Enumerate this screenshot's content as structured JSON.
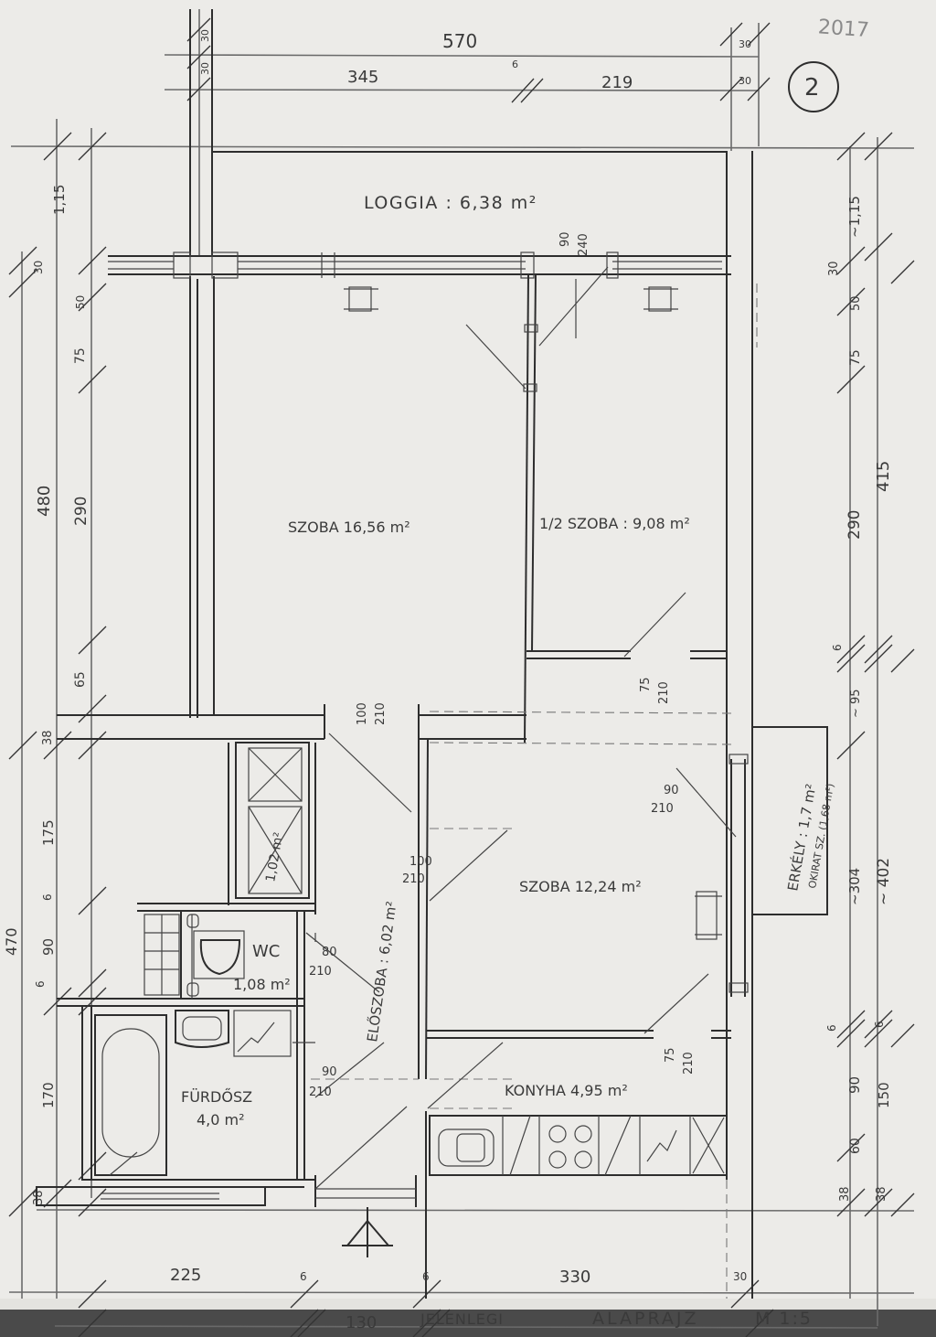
{
  "header": {
    "year": "2017",
    "sheet_number": "2"
  },
  "footer": {
    "title_left": "JELENLEGI",
    "title_right": "ALAPRAJZ",
    "scale": "M 1:5"
  },
  "rooms": {
    "loggia": "LOGGIA : 6,38 m²",
    "szoba1": "SZOBA  16,56 m²",
    "fel_szoba": "1/2 SZOBA : 9,08 m²",
    "szoba2": "SZOBA  12,24 m²",
    "kamra": "1,02 m²",
    "eloszoba": "ELŐSZOBA : 6,02 m²",
    "wc_name": "WC",
    "wc_area": "1,08 m²",
    "furdo_name": "FÜRDŐSZ",
    "furdo_area": "4,0 m²",
    "konyha": "KONYHA  4,95 m²",
    "erkely": "ERKÉLY : 1,7 m²",
    "erkely_note": "OKIRAT SZ. (1,68 m²)"
  },
  "doors": {
    "d1_w": "100",
    "d1_h": "210",
    "d2_w": "75",
    "d2_h": "210",
    "d3_w": "90",
    "d3_h": "240",
    "d4_w": "100",
    "d4_h": "210",
    "d5_w": "80",
    "d5_h": "210",
    "d6_w": "90",
    "d6_h": "210",
    "d7_w": "75",
    "d7_h": "210",
    "d8_w": "90",
    "d8_h": "210"
  },
  "dims": {
    "top_total": "570",
    "top_left": "345",
    "top_mid": "6",
    "top_right": "219",
    "top_l_a": "30",
    "top_l_b": "30",
    "top_r_a": "30",
    "top_r_b": "30",
    "left_480": "480",
    "left_470": "470",
    "left_115": "1,15",
    "left_30a": "30",
    "left_50": "50",
    "left_75": "75",
    "left_290": "290",
    "left_65": "65",
    "left_38a": "38",
    "left_175": "175",
    "left_6a": "6",
    "left_90": "90",
    "left_6b": "6",
    "left_170": "170",
    "left_38b": "38",
    "right_415": "415",
    "right_115": "~1,15",
    "right_30": "30",
    "right_50": "50",
    "right_75": "75",
    "right_290": "290",
    "right_6a": "6",
    "right_95": "~ 95",
    "right_304": "~304",
    "right_402": "~ 402",
    "right_6b": "6",
    "right_6c": "6",
    "right_90": "90",
    "right_150": "150",
    "right_60": "60",
    "right_38a": "38",
    "right_38b": "38",
    "bot_225": "225",
    "bot_6a": "6",
    "bot_130": "130",
    "bot_6b": "6",
    "bot_330": "330",
    "bot_30": "30"
  }
}
